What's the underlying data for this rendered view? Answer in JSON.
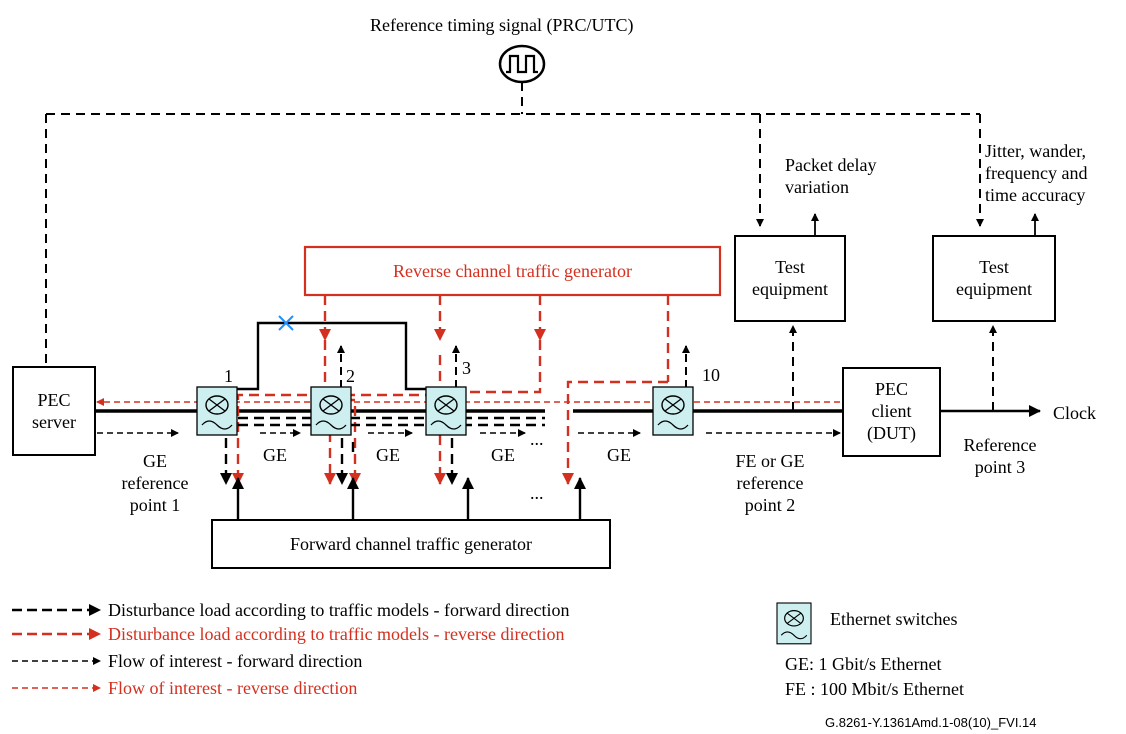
{
  "title": "Reference timing signal (PRC/UTC)",
  "nodes": {
    "pec_server": "PEC\nserver",
    "pec_client": "PEC\nclient\n(DUT)",
    "test_eq_1": "Test\nequipment",
    "test_eq_2": "Test\nequipment",
    "reverse_gen": "Reverse channel traffic generator",
    "forward_gen": "Forward channel traffic generator"
  },
  "switch_numbers": [
    "1",
    "2",
    "3",
    "10"
  ],
  "ellipsis": "...",
  "labels": {
    "packet_delay": "Packet delay\nvariation",
    "jitter": "Jitter, wander,\nfrequency and\ntime accuracy",
    "ref_point_1": "GE\nreference\npoint 1",
    "ref_point_2": "FE or GE\nreference\npoint 2",
    "ref_point_3": "Reference\npoint 3",
    "clock": "Clock",
    "link_labels": [
      "GE",
      "GE",
      "GE",
      "GE"
    ]
  },
  "legend": {
    "items": [
      {
        "text": "Disturbance load according to traffic models - forward direction",
        "color": "#000000"
      },
      {
        "text": "Disturbance load according to traffic models - reverse direction",
        "color": "#d4301f"
      },
      {
        "text": "Flow of interest - forward direction",
        "color": "#000000"
      },
      {
        "text": "Flow of interest - reverse direction",
        "color": "#d4301f"
      }
    ],
    "switch_label": "Ethernet switches",
    "ge_def": "GE: 1 Gbit/s Ethernet",
    "fe_def": "FE : 100 Mbit/s Ethernet"
  },
  "figure_id": "G.8261-Y.1361Amd.1-08(10)_FVI.14",
  "colors": {
    "red": "#d4301f",
    "black": "#000000",
    "switch_fill": "#cdeff0",
    "x_mark": "#1e90ff"
  }
}
